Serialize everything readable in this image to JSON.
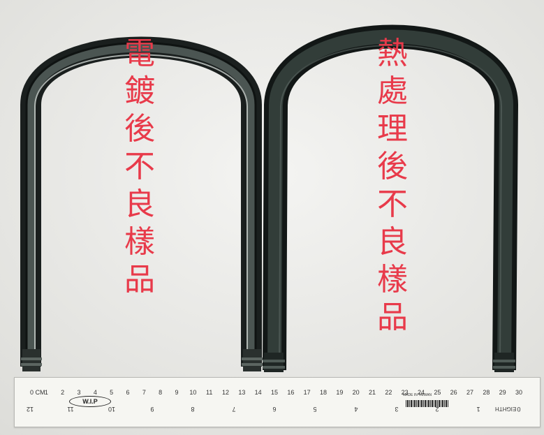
{
  "left_label": {
    "chars": [
      "電",
      "鍍",
      "後",
      "不",
      "良",
      "樣",
      "品"
    ],
    "color": "#e83a4a"
  },
  "right_label": {
    "chars": [
      "熱",
      "處",
      "理",
      "後",
      "不",
      "良",
      "樣",
      "品"
    ],
    "color": "#e83a4a"
  },
  "ruler": {
    "brand": "W.I.P",
    "cm_label": "0 CM",
    "top_marks": [
      "1",
      "2",
      "3",
      "4",
      "5",
      "6",
      "7",
      "8",
      "9",
      "10",
      "11",
      "12",
      "13",
      "14",
      "15",
      "16",
      "17",
      "18",
      "19",
      "20",
      "21",
      "22",
      "23",
      "24",
      "25",
      "26",
      "27",
      "28",
      "29",
      "30"
    ],
    "bottom_marks": [
      "12",
      "11",
      "10",
      "9",
      "8",
      "7",
      "6",
      "5",
      "4",
      "3",
      "2",
      "1",
      "0"
    ],
    "made_in": "MADE IN TAIWAN",
    "side_text": "EIGHTH"
  },
  "colors": {
    "background": "#eeeeec",
    "bracket_left": "#2e3432",
    "bracket_right": "#26302c",
    "label_red": "#e83a4a"
  }
}
